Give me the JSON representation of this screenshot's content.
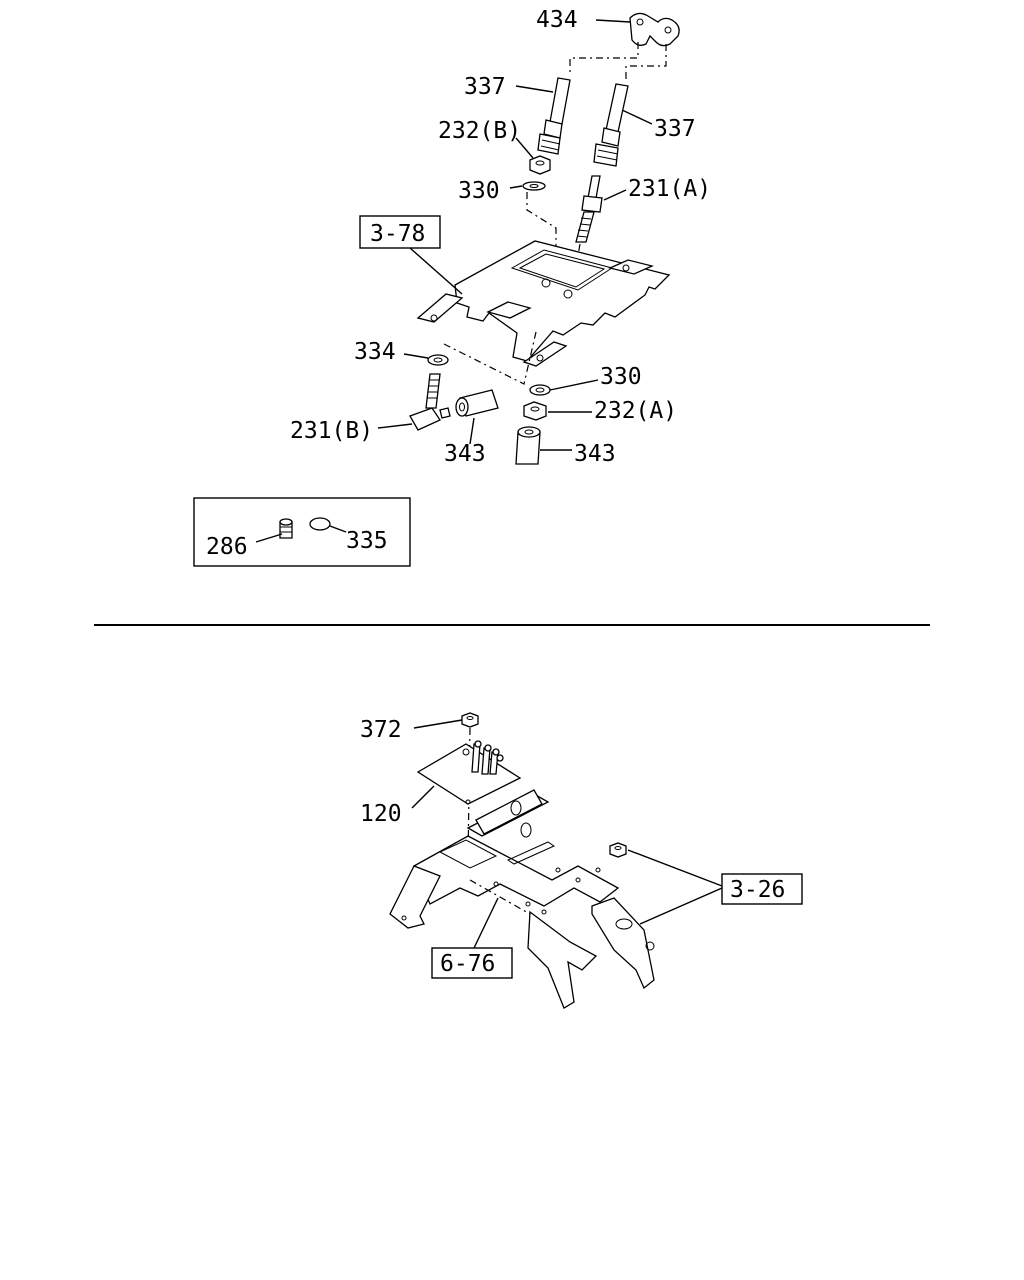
{
  "labels": {
    "l434": "434",
    "l337a": "337",
    "l337b": "337",
    "l232b": "232(B)",
    "l330a": "330",
    "l231a": "231(A)",
    "ref378": "3-78",
    "l334": "334",
    "l330b": "330",
    "l232a": "232(A)",
    "l231b": "231(B)",
    "l343a": "343",
    "l343b": "343",
    "l286": "286",
    "l335": "335",
    "l372": "372",
    "l120": "120",
    "ref326": "3-26",
    "ref676": "6-76"
  }
}
